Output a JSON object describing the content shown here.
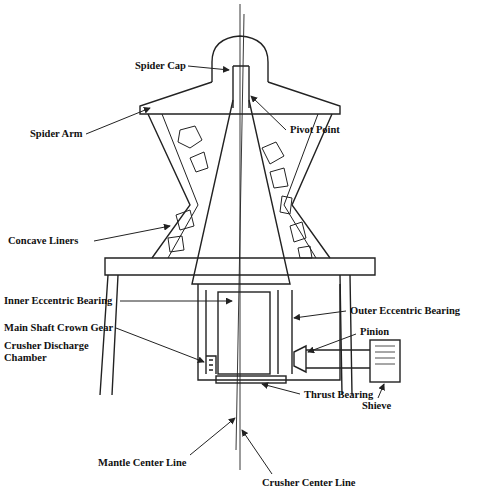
{
  "diagram": {
    "labels": [
      "Spider Cap",
      "Spider Arm",
      "Pivot Point",
      "Concave Liners",
      "Inner Eccentric Bearing",
      "Outer Eccentric Bearing",
      "Pinion",
      "Main Shaft Crown Gear",
      "Crusher Discharge Chamber",
      "Shieve",
      "Thrust Bearing",
      "Mantle Center Line",
      "Crusher Center Line"
    ]
  }
}
